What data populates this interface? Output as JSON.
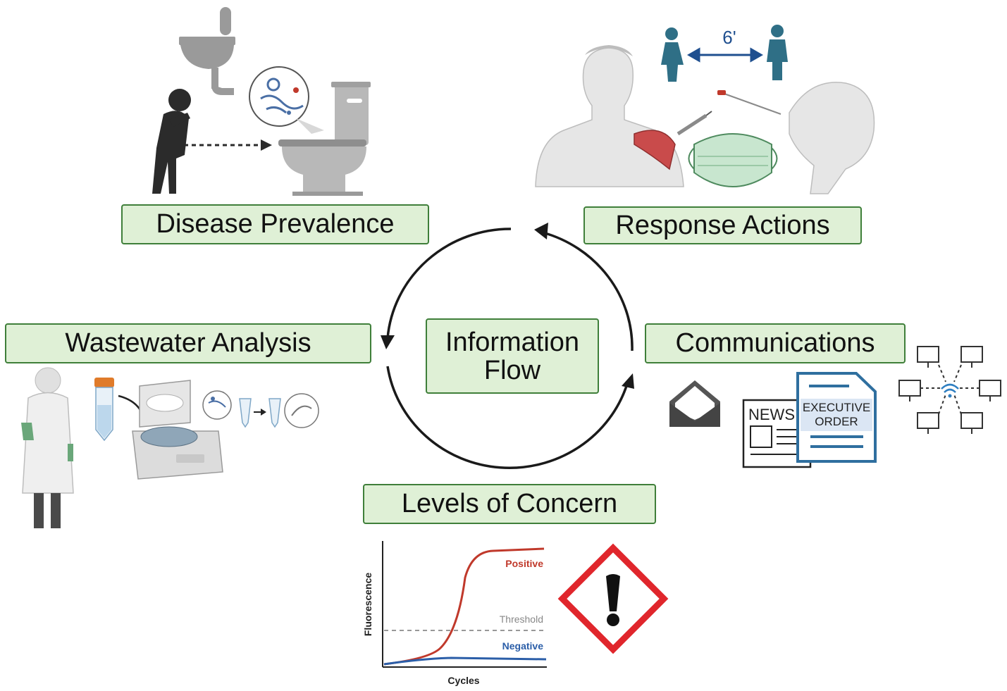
{
  "center": {
    "line1": "Information",
    "line2": "Flow"
  },
  "nodes": {
    "disease_prevalence": "Disease Prevalence",
    "response_actions": "Response Actions",
    "wastewater_analysis": "Wastewater Analysis",
    "communications": "Communications",
    "levels_of_concern": "Levels of Concern"
  },
  "response_distance_label": "6'",
  "news_label": "NEWS",
  "executive_order": {
    "line1": "EXECUTIVE",
    "line2": "ORDER"
  },
  "chart_data": {
    "type": "line",
    "xlabel": "Cycles",
    "ylabel": "Fluorescence",
    "series": [
      {
        "name": "Positive",
        "color": "#c0392b"
      },
      {
        "name": "Negative",
        "color": "#2b5ea8"
      }
    ],
    "threshold_label": "Threshold"
  },
  "colors": {
    "box_fill": "#dff0d6",
    "box_border": "#3f7f3a",
    "arrow": "#1a1a1a",
    "warning_red": "#e0262c",
    "doc_blue": "#2f6f9f"
  }
}
